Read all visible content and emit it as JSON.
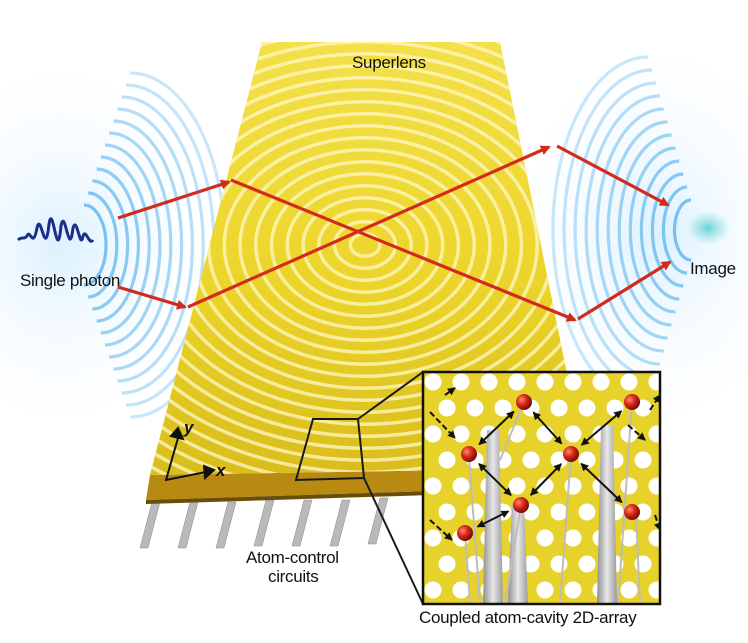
{
  "labels": {
    "superlens": "Superlens",
    "single_photon": "Single photon",
    "image": "Image",
    "atom_control": "Atom-control",
    "circuits": "circuits",
    "inset_caption": "Coupled atom-cavity 2D-array",
    "axis_x": "x",
    "axis_y": "y"
  },
  "colors": {
    "slab": "#ecd52a",
    "slab_edge": "#b98a12",
    "ray": "#d42a1c",
    "wave": "#3aa6ea",
    "photon": "#1b2e8a",
    "atom": "#cf1f10",
    "image_spot": "#5fd0cf"
  },
  "icons": [
    "photon-wave-icon",
    "ray-arrow-icon",
    "axis-icon",
    "atom-icon",
    "hole-icon"
  ]
}
